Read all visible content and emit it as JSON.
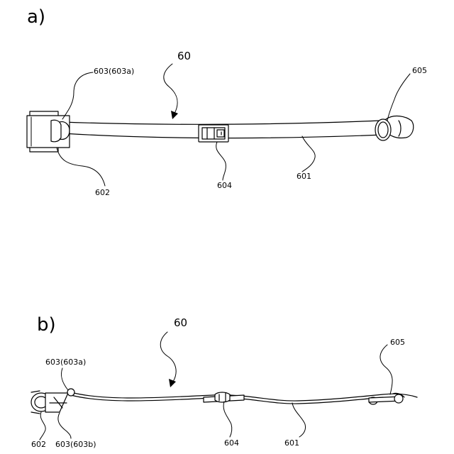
{
  "panel_a": {
    "label": "a)",
    "assembly_ref": "60",
    "refs": {
      "r603a": "603(603a)",
      "r605": "605",
      "r602": "602",
      "r604": "604",
      "r601": "601"
    }
  },
  "panel_b": {
    "label": "b)",
    "assembly_ref": "60",
    "refs": {
      "r603a": "603(603a)",
      "r605": "605",
      "r602": "602",
      "r603b": "603(603b)",
      "r604": "604",
      "r601": "601"
    }
  }
}
